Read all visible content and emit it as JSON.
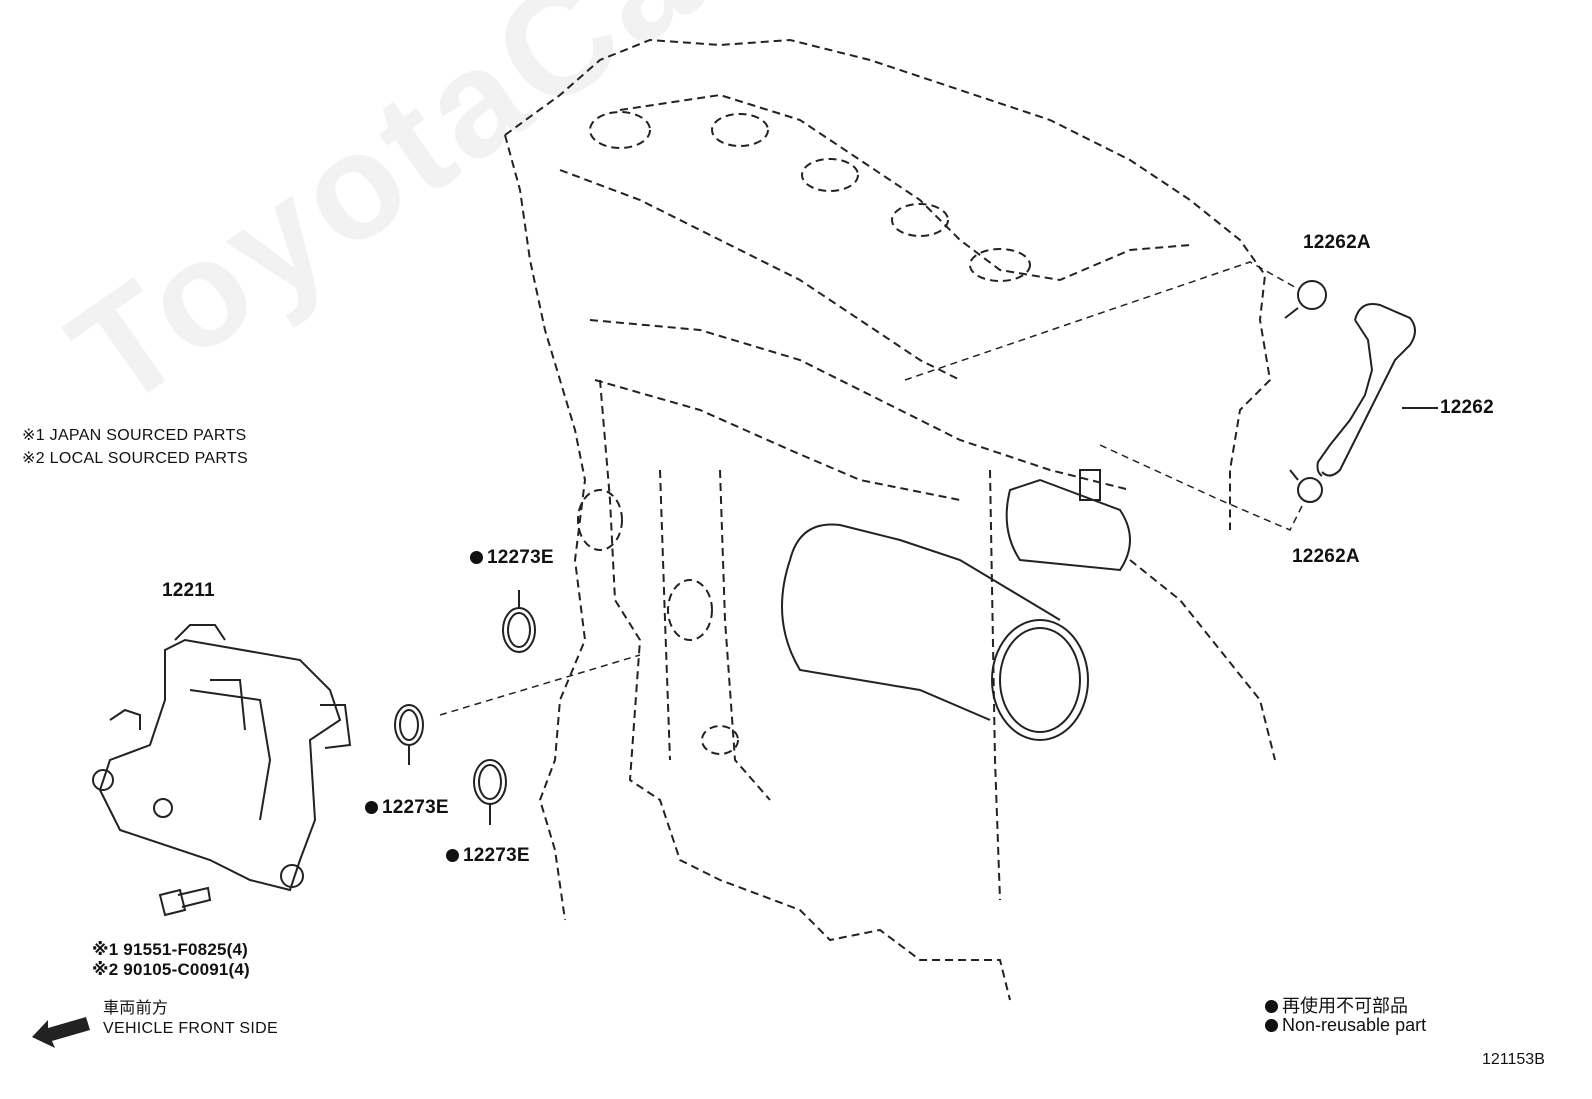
{
  "watermark": "ToyotaCarMine.ru",
  "notes": {
    "japan": "※1 JAPAN SOURCED PARTS",
    "local": "※2 LOCAL SOURCED PARTS"
  },
  "parts": {
    "oil_separator": "12211",
    "ventilation_hose": "12262",
    "hose_clamp_top": "12262A",
    "hose_clamp_bottom": "12262A",
    "gasket_a": "12273E",
    "gasket_b": "12273E",
    "gasket_c": "12273E",
    "bolt_japan": "※1 91551-F0825(4)",
    "bolt_local": "※2 90105-C0091(4)"
  },
  "direction": {
    "jp": "車両前方",
    "en": "VEHICLE FRONT SIDE"
  },
  "legend": {
    "jp": "再使用不可部品",
    "en": "Non-reusable part"
  },
  "diagram_id": "121153B"
}
